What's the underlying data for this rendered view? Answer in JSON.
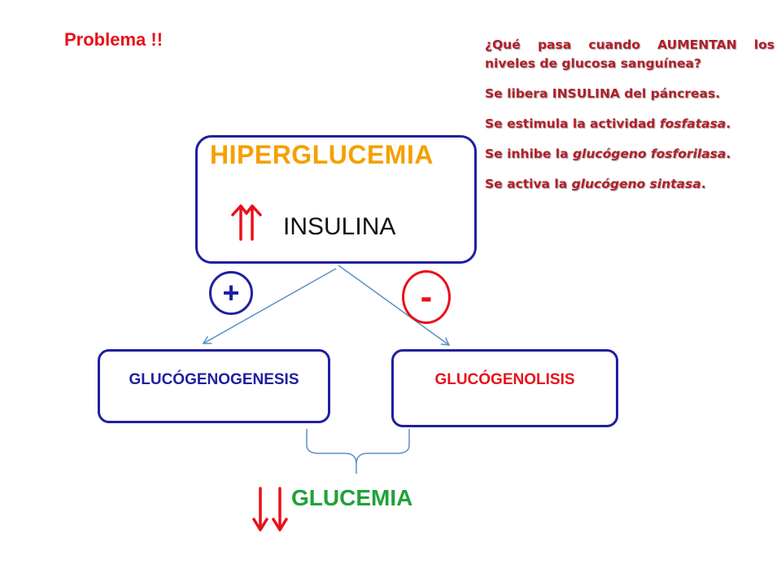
{
  "header": {
    "title": "Problema !!"
  },
  "notes": {
    "question_line1": "¿Qué pasa cuando AUMENTAN los",
    "question_line2": "niveles de glucosa sanguínea?",
    "items": [
      {
        "prefix": "Se libera INSULINA del páncreas.",
        "emph": "",
        "suffix": ""
      },
      {
        "prefix": "Se estimula la actividad ",
        "emph": "fosfatasa",
        "suffix": "."
      },
      {
        "prefix": "Se inhibe la ",
        "emph": "glucógeno fosforilasa",
        "suffix": "."
      },
      {
        "prefix": "Se activa la ",
        "emph": "glucógeno sintasa",
        "suffix": "."
      }
    ]
  },
  "diagram": {
    "main_title": "HIPERGLUCEMIA",
    "main_label": "INSULINA",
    "plus_symbol": "+",
    "minus_symbol": "-",
    "left_box_label": "GLUCÓGENOGENESIS",
    "right_box_label": "GLUCÓGENOLISIS",
    "result_label": "GLUCEMIA"
  },
  "colors": {
    "red": "#e8101a",
    "blue": "#1f20a0",
    "orange": "#f4a000",
    "green": "#1fa23a",
    "note_text": "#b2202a",
    "connector": "#5b8fc9"
  },
  "icons": {
    "up_arrows": "double-up-arrow-icon",
    "down_arrows": "double-down-arrow-icon"
  }
}
